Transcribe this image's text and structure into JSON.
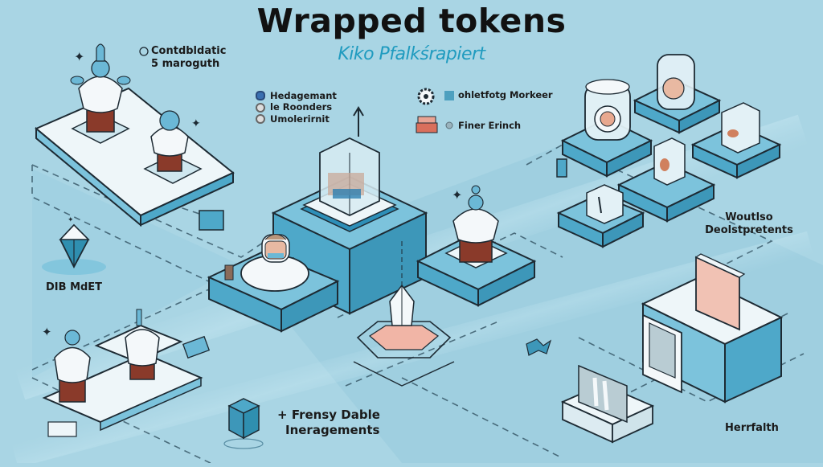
{
  "header": {
    "title": "Wrapped tokens",
    "subtitle": "Kiko Pfalkśrapiert"
  },
  "colors": {
    "background": "#a9d5e4",
    "platform_dark": "#4ea8c9",
    "platform_mid": "#7cc3dc",
    "platform_light": "#eef6f9",
    "accent_red": "#8a3a2a",
    "accent_salmon": "#f1b5a6",
    "subtitle_teal": "#1f9bbf",
    "outline": "#1d2a33"
  },
  "labels": {
    "top_left": {
      "icon": "copyright-icon",
      "line1": "Contdbldatic",
      "line2": "5 maroguth"
    },
    "legend_left": [
      {
        "icon": "shield-icon",
        "text": "Hedagemant"
      },
      {
        "icon": "refresh-icon",
        "text": "le Roonders"
      },
      {
        "icon": "cloud-icon",
        "text": "Umolerirnit"
      }
    ],
    "legend_right": [
      {
        "icon": "gear-icon",
        "sub_icon": "network-icon",
        "text": "ohletfotg Morkeer"
      },
      {
        "icon": "chef-hat-icon",
        "sub_icon": "dot-icon",
        "text": "Finer Erinch"
      }
    ],
    "left_gem": "DIB MdET",
    "right_middle": {
      "line1": "Woutlso",
      "line2": "Deolstpretents"
    },
    "bottom_center": {
      "prefix": "+",
      "line1": "Frensy Dable",
      "line2": "Ineragements"
    },
    "bottom_right": "Herrfalth"
  },
  "arrow": {
    "direction": "up"
  }
}
